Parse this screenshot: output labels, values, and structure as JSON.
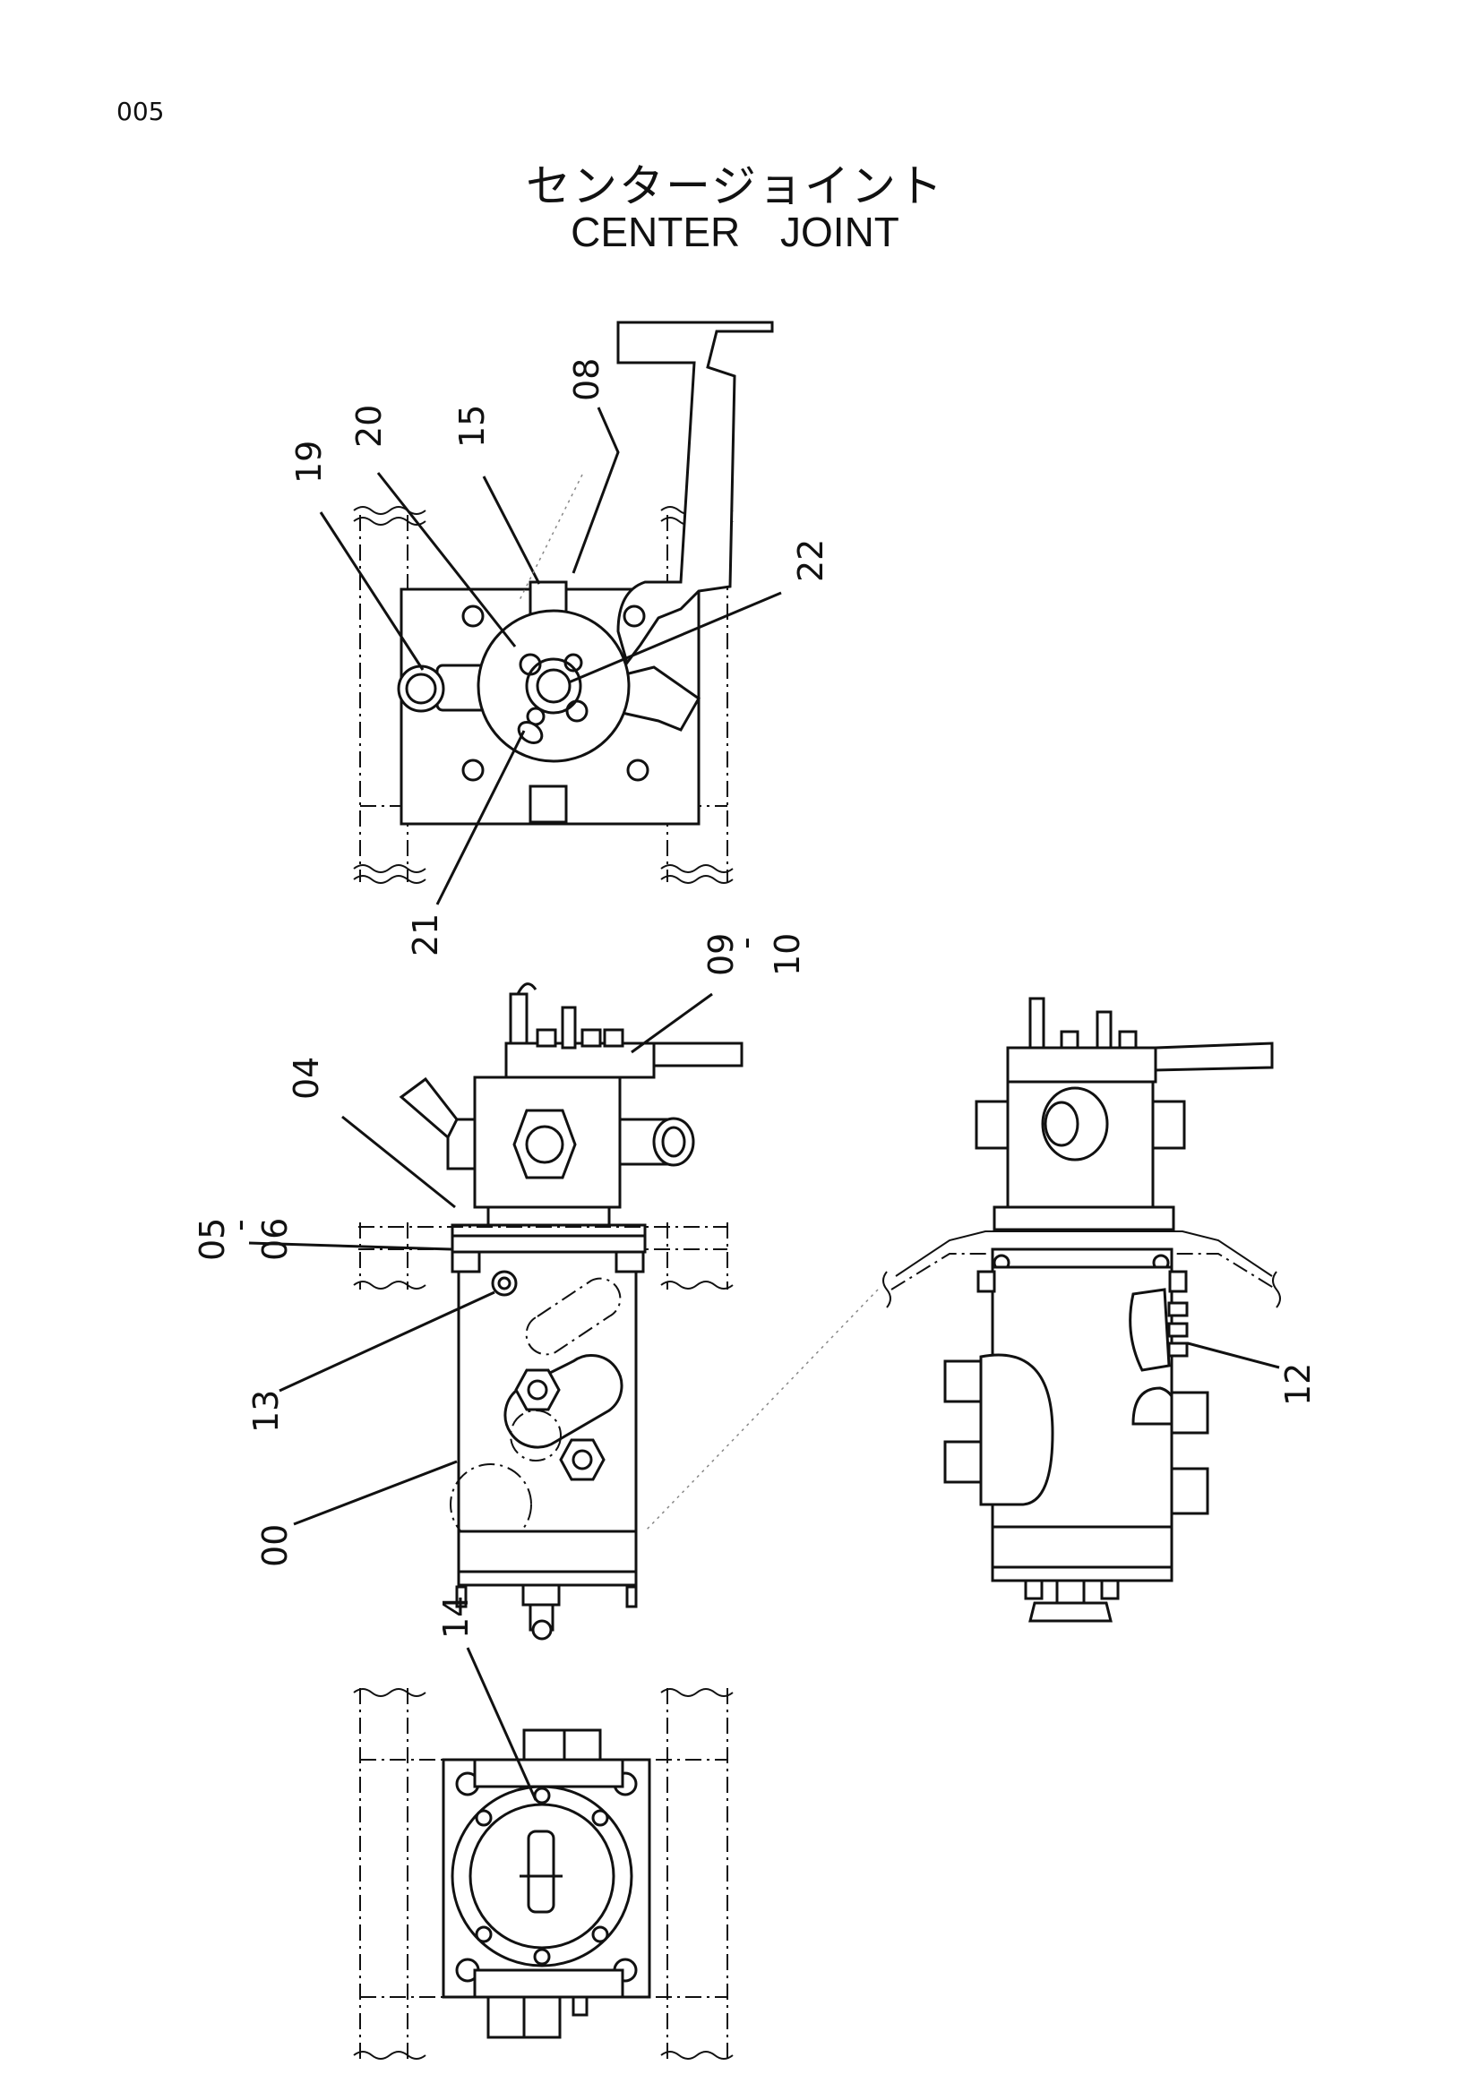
{
  "page": {
    "number": "005"
  },
  "title": {
    "japanese": "センタージョイント",
    "english": "CENTER JOINT"
  },
  "callouts": {
    "c00": "00",
    "c04": "04",
    "c05_06": {
      "top": "05",
      "dash": "-",
      "bottom": "06"
    },
    "c08": "08",
    "c09_10": {
      "top": "09",
      "dash": "-",
      "bottom": "10"
    },
    "c12": "12",
    "c13": "13",
    "c14": "14",
    "c15": "15",
    "c19": "19",
    "c20": "20",
    "c21": "21",
    "c22": "22"
  }
}
